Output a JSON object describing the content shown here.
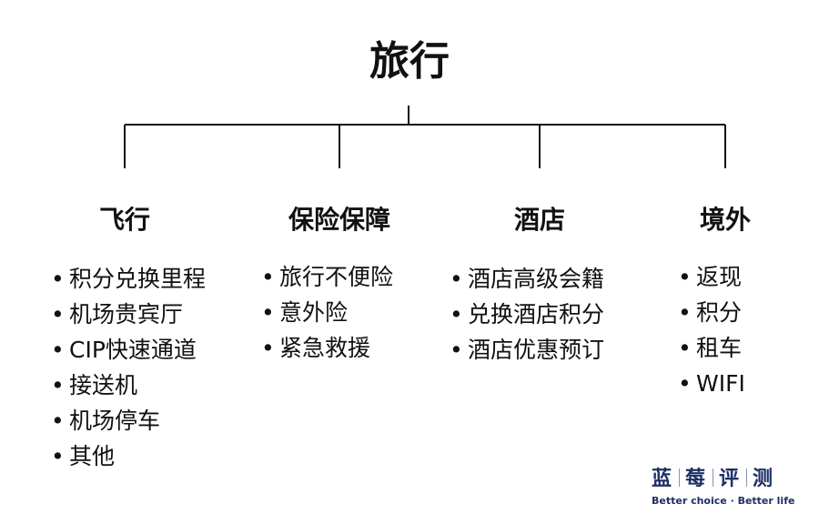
{
  "title": "旅行",
  "categories": [
    {
      "name": "飞行",
      "items": [
        "积分兑换里程",
        "机场贵宾厅",
        "CIP快速通道",
        "接送机",
        "机场停车",
        "其他"
      ]
    },
    {
      "name": "保险保障",
      "items": [
        "旅行不便险",
        "意外险",
        "紧急救援"
      ]
    },
    {
      "name": "酒店",
      "items": [
        "酒店高级会籍",
        "兑换酒店积分",
        "酒店优惠预订"
      ]
    },
    {
      "name": "境外",
      "items": [
        "返现",
        "积分",
        "租车",
        "WIFI"
      ]
    }
  ],
  "brand": {
    "chars": [
      "蓝",
      "莓",
      "评",
      "测"
    ],
    "tagline": "Better choice · Better life"
  },
  "colors": {
    "text": "#111111",
    "line": "#111111",
    "brand": "#1d2f66"
  }
}
